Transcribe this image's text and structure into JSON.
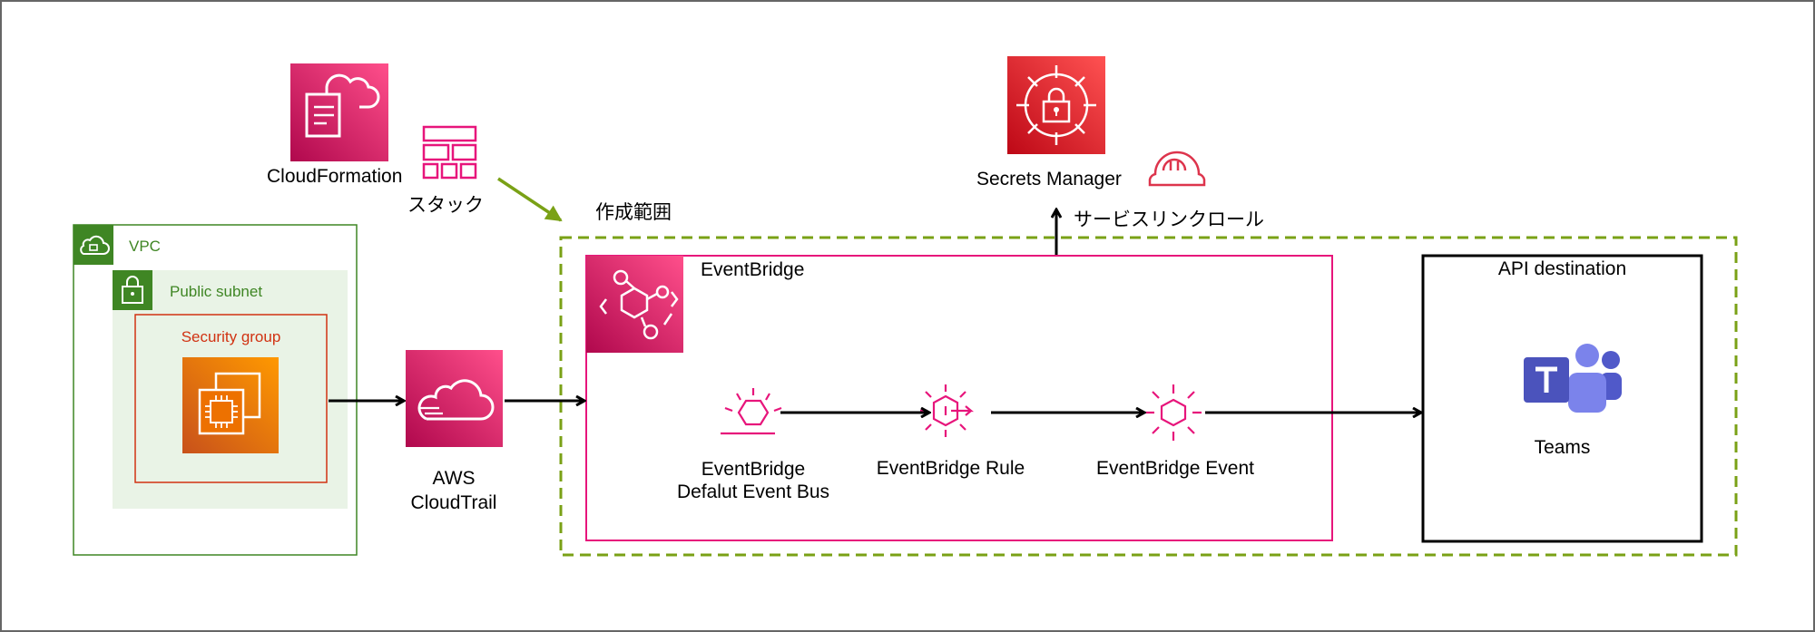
{
  "colors": {
    "cloudformation": "#e7157b",
    "eventbridge": "#e7157b",
    "secrets_manager": "#dd344c",
    "ec2": "#ed7100",
    "vpc_green": "#3f8624",
    "subnet_fill": "#e9f3e6",
    "security_group_red": "#d13212",
    "scope_dashed": "#7aa116",
    "teams": "#5059c9"
  },
  "cloudformation": {
    "label": "CloudFormation",
    "icon": "cloudformation-icon",
    "stack_label": "スタック",
    "stack_icon": "stack-icon"
  },
  "secrets_manager": {
    "label": "Secrets Manager",
    "icon": "secrets-manager-icon",
    "role_icon": "helmet-role-icon",
    "link_role_label": "サービスリンクロール"
  },
  "scope": {
    "label": "作成範囲"
  },
  "vpc": {
    "label": "VPC",
    "subnet_label": "Public subnet",
    "security_group_label": "Security group",
    "ec2_icon": "ec2-instance-icon"
  },
  "cloudtrail": {
    "label_line1": "AWS",
    "label_line2": "CloudTrail",
    "icon": "cloudtrail-icon"
  },
  "eventbridge": {
    "label": "EventBridge",
    "icon": "eventbridge-icon",
    "bus": {
      "line1": "EventBridge",
      "line2": "Defalut Event Bus",
      "icon": "event-bus-icon"
    },
    "rule": {
      "label": "EventBridge Rule",
      "icon": "event-rule-icon"
    },
    "event": {
      "label": "EventBridge Event",
      "icon": "event-icon"
    }
  },
  "api_destination": {
    "label": "API destination",
    "teams_label": "Teams",
    "teams_icon": "teams-icon"
  }
}
